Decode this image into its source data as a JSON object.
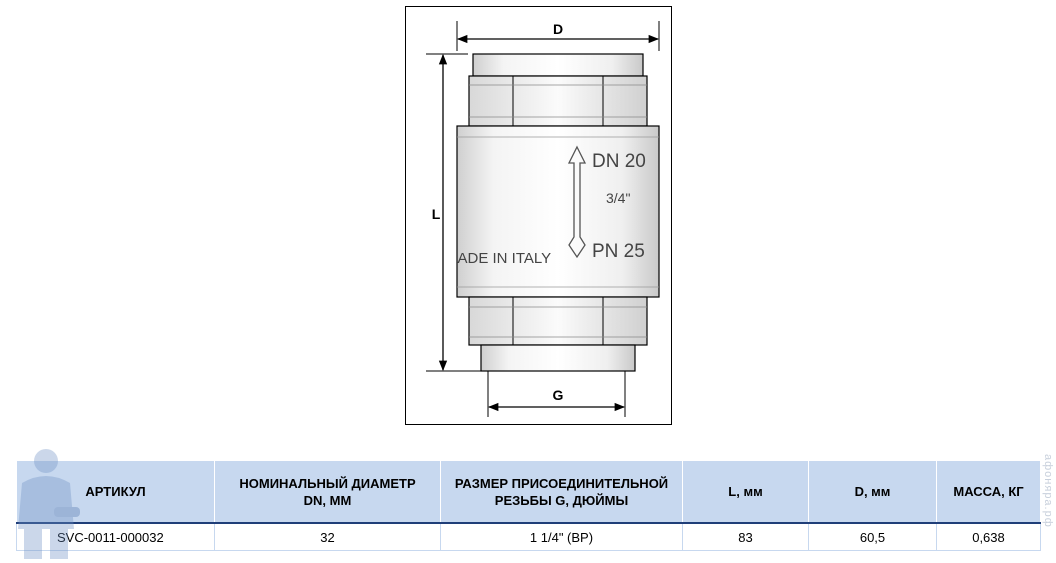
{
  "drawing": {
    "dim_d": "D",
    "dim_l": "L",
    "dim_g": "G",
    "stamp_dn": "DN 20",
    "stamp_size": "3/4\"",
    "stamp_pn": "PN 25",
    "stamp_origin": "MADE IN ITALY"
  },
  "table": {
    "headers": [
      [
        "АРТИКУЛ"
      ],
      [
        "НОМИНАЛЬНЫЙ ДИАМЕТР",
        "DN, ММ"
      ],
      [
        "РАЗМЕР ПРИСОЕДИНИТЕЛЬНОЙ",
        "РЕЗЬБЫ G, ДЮЙМЫ"
      ],
      [
        "L, мм"
      ],
      [
        "D, мм"
      ],
      [
        "МАССА, КГ"
      ]
    ],
    "rows": [
      [
        "SVC-0011-000032",
        "32",
        "1 1/4\" (ВР)",
        "83",
        "60,5",
        "0,638"
      ]
    ]
  },
  "watermark": "афоняра.рф"
}
